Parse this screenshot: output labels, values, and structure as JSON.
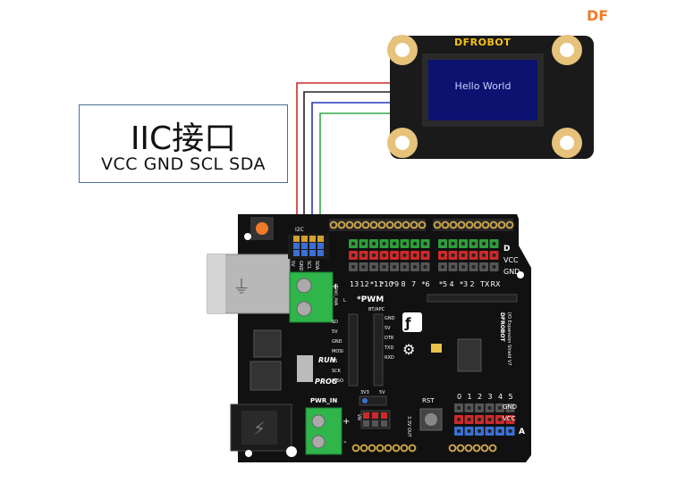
{
  "brand": "DF",
  "iic": {
    "title": "IIC接口",
    "pins": "VCC GND SCL SDA"
  },
  "oled": {
    "logo": "DFROBOT",
    "screen_text": "Hello World"
  },
  "board": {
    "iic_label": "I2C",
    "iic_pin_labels": [
      "5V",
      "GND",
      "SCL",
      "SDA"
    ],
    "digital_labels": [
      "13",
      "12",
      "*11",
      "*10",
      "*9",
      "8",
      "7",
      "*6",
      "*5",
      "4",
      "*3",
      "2",
      "TX",
      "RX"
    ],
    "row_labels": [
      "D",
      "VCC",
      "GND"
    ],
    "pwm_label": "*PWM",
    "bt_label": "BT/APC",
    "left_header_labels": [
      "SD",
      "5V",
      "GND",
      "MOSI",
      "SS",
      "SCK",
      "MISO"
    ],
    "right_header_labels": [
      "GND",
      "5V",
      "DTR",
      "TXD",
      "RXD"
    ],
    "run_label": "RUN",
    "prog_label": "PROG",
    "pwr_in_label": "PWR_IN",
    "v33_label": "3V3",
    "v5_label": "5V",
    "rst_label": "RST",
    "out_label": "3.3V OUT",
    "analog_labels": [
      "0",
      "1",
      "2",
      "3",
      "4",
      "5"
    ],
    "analog_row_labels": [
      "GND",
      "VCC",
      "A"
    ],
    "side_brand": "DFROBOT",
    "side_text": "I/O Expansion Shield V7",
    "servo_label": "SERVO_PWR",
    "vin_label": "VIN",
    "plus": "+",
    "minus": "-",
    "l_label": "L"
  },
  "colors": {
    "wire_red": "#d42a2a",
    "wire_black": "#222222",
    "wire_blue": "#2a37b8",
    "wire_green": "#34a844",
    "board": "#111111",
    "header_gold": "#c9a24a",
    "pin_green": "#2e9e3a",
    "pin_red": "#cc2a2a",
    "pin_gray": "#555555",
    "terminal_green": "#2fb54a",
    "oled_screen": "#0b1270",
    "oled_pad": "#e6c27a"
  }
}
